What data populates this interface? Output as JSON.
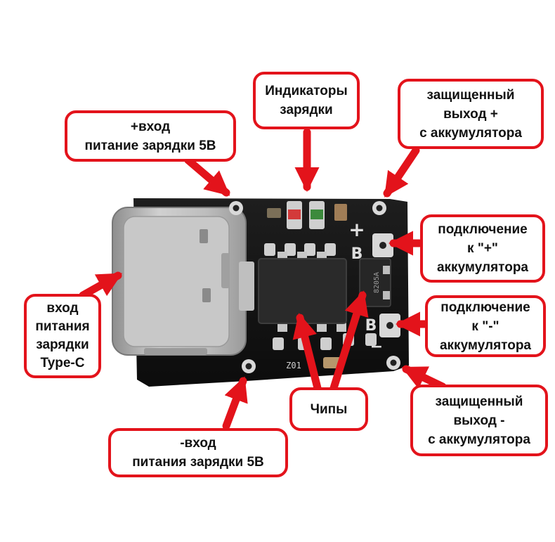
{
  "colors": {
    "accent": "#e3131b",
    "board": "#141414",
    "connector_metal": "#b9b9b9",
    "pad_metal": "#d9d9d9",
    "text": "#111111"
  },
  "labels": {
    "input_plus": "+вход\nпитание зарядки 5В",
    "indicators": "Индикаторы\nзарядки",
    "protected_out_plus": "защищенный\nвыход +\nс аккумулятора",
    "battery_plus": "подключение\nк \"+\"\nаккумулятора",
    "battery_minus": "подключение\nк \"-\"\nаккумулятора",
    "protected_out_minus": "защищенный\nвыход -\nс аккумулятора",
    "chips": "Чипы",
    "input_minus": "-вход\nпитания зарядки 5В",
    "type_c_input": "вход\nпитания\nзарядки\nType-C"
  },
  "board": {
    "silkscreen_plus": "+",
    "silkscreen_b_top": "B",
    "silkscreen_b_bottom": "B",
    "silkscreen_minus": "−",
    "chip_marking": "8205A",
    "silkscreen_z01": "Z01"
  }
}
